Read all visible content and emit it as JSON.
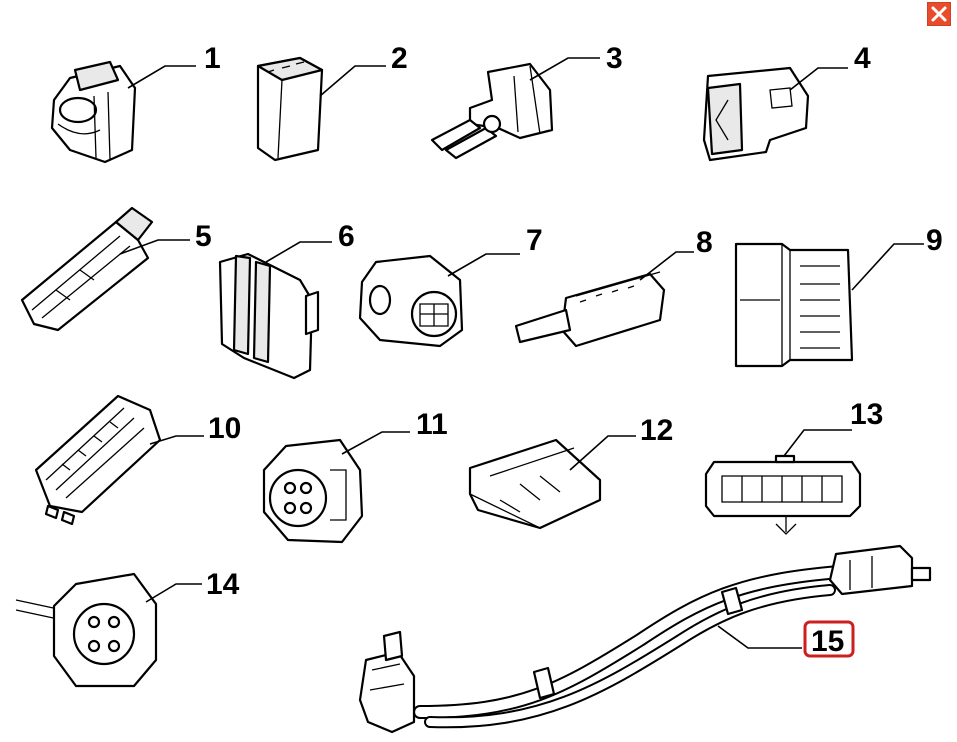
{
  "close_button": {
    "icon": "close-icon",
    "color": "#e84c2b"
  },
  "highlight_color": "#cc1f1f",
  "callouts": [
    {
      "number": "1"
    },
    {
      "number": "2"
    },
    {
      "number": "3"
    },
    {
      "number": "4"
    },
    {
      "number": "5"
    },
    {
      "number": "6"
    },
    {
      "number": "7"
    },
    {
      "number": "8"
    },
    {
      "number": "9"
    },
    {
      "number": "10"
    },
    {
      "number": "11"
    },
    {
      "number": "12"
    },
    {
      "number": "13"
    },
    {
      "number": "14"
    },
    {
      "number": "15",
      "highlighted": true
    }
  ]
}
